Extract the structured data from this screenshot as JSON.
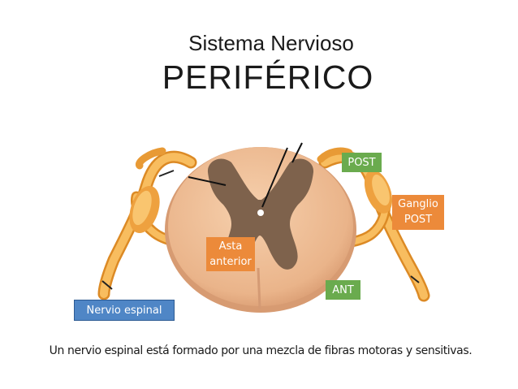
{
  "title": {
    "line1": "Sistema Nervioso",
    "line2": "PERIFÉRICO"
  },
  "labels": {
    "post": "POST",
    "ganglio_line1": "Ganglio",
    "ganglio_line2": "POST",
    "asta_line1": "Asta",
    "asta_line2": "anterior",
    "ant": "ANT",
    "nervio": "Nervio espinal"
  },
  "caption": "Un nervio espinal está formado por una mezcla de fibras motoras y sensitivas.",
  "colors": {
    "label_green": "#6aab4e",
    "label_orange": "#ec8a3a",
    "label_blue": "#4f86c6",
    "nerve": "#f2a33c",
    "white_matter": "#f0c29a",
    "gray_matter": "#7a5e49"
  }
}
